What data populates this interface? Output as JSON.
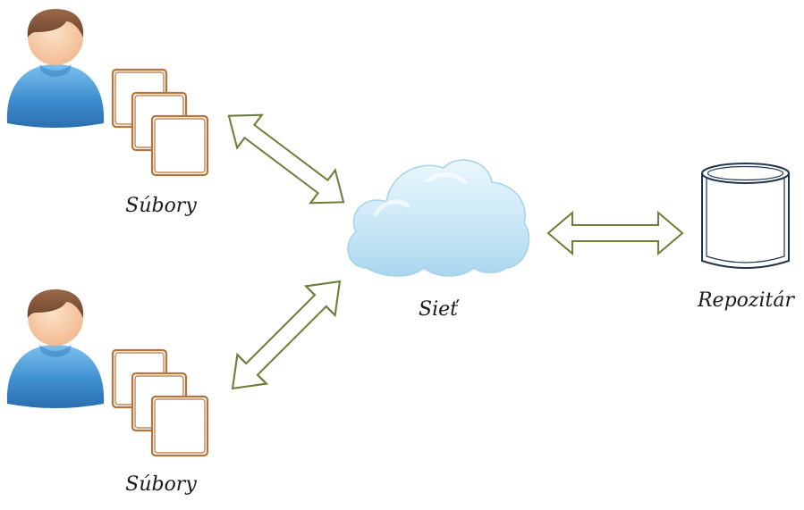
{
  "labels": {
    "files_top": "Súbory",
    "files_bottom": "Súbory",
    "network": "Sieť",
    "repository": "Repozitár"
  },
  "icons": {
    "user": "user-icon",
    "files": "files-stack-icon",
    "network": "cloud-icon",
    "repository": "database-cylinder-icon",
    "link": "double-arrow-icon"
  },
  "colors": {
    "arrow_stroke": "#6b7f3a",
    "files_stroke": "#b8733a",
    "user_shirt": "#3f8fd0",
    "user_skin": "#f5c29a",
    "user_hair": "#8a5a3c",
    "cloud": "#bfe2f4",
    "repository_stroke": "#1f3550"
  }
}
